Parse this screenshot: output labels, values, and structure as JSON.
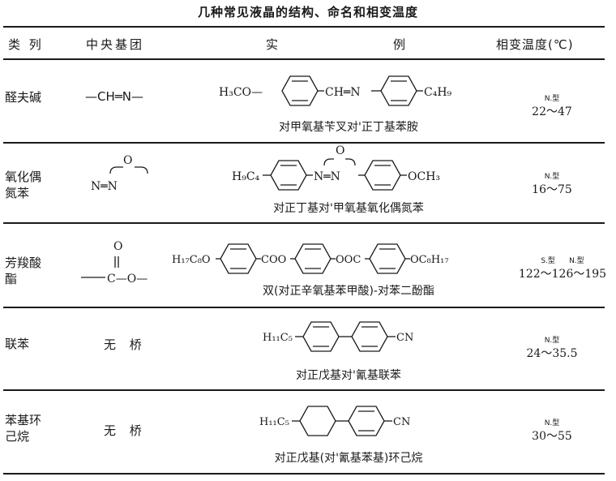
{
  "title": "几种常见液晶的结构、命名和相变温度",
  "headers": {
    "category": "类 列",
    "central_group": "中央基团",
    "example_left": "实",
    "example_right": "例",
    "temperature": "相变温度(℃)"
  },
  "rows": [
    {
      "category": "醛夫碱",
      "bridge_text": "—CH═N—",
      "formula": {
        "left": "H₃CO—",
        "link": "CH═N",
        "right": "C₄H₉"
      },
      "compound_name": "对甲氧基苄叉对'正丁基苯胺",
      "phase": "N.型",
      "range": "22～47"
    },
    {
      "category": "氧化偶\n氮苯",
      "bridge": {
        "top": "O",
        "mid": "N═N"
      },
      "formula": {
        "left": "H₉C₄",
        "link": "N═N",
        "link_top": "O",
        "right": "OCH₃"
      },
      "compound_name": "对正丁基对'甲氧基氧化偶氮苯",
      "phase": "N.型",
      "range": "16～75"
    },
    {
      "category": "芳羧酸\n酯",
      "bridge": {
        "top": "O",
        "mid": "C—O—"
      },
      "formula": {
        "left": "H₁₇C₈O",
        "link1": "COO",
        "link2": "OOC",
        "right": "OC₈H₁₇"
      },
      "compound_name": "双(对正辛氧基苯甲酸)-对苯二酚酯",
      "phase_s": "S.型",
      "phase_n": "N.型",
      "range": "122～126～195"
    },
    {
      "category": "联苯",
      "bridge_text": "无 桥",
      "formula": {
        "left": "H₁₁C₅",
        "right": "CN"
      },
      "compound_name": "对正戊基对'氰基联苯",
      "phase": "N.型",
      "range": "24～35.5"
    },
    {
      "category": "苯基环\n己烷",
      "bridge_text": "无 桥",
      "formula": {
        "left": "H₁₁C₅",
        "right": "CN"
      },
      "compound_name": "对正戊基(对'氰基苯基)环己烷",
      "phase": "N.型",
      "range": "30～55"
    }
  ]
}
